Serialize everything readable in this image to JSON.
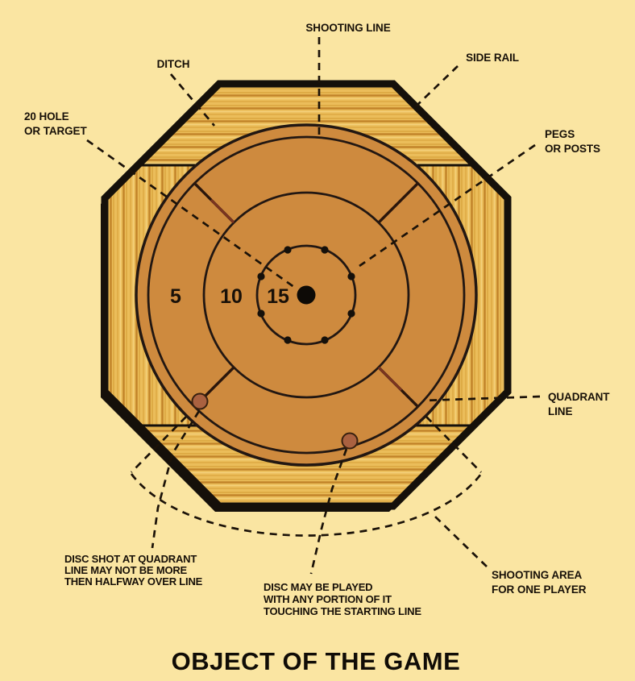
{
  "title": "OBJECT OF THE GAME",
  "board": {
    "zone_labels": [
      "5",
      "10",
      "15"
    ]
  },
  "labels": {
    "shooting_line": "SHOOTING LINE",
    "ditch": "DITCH",
    "side_rail": "SIDE RAIL",
    "target_line1": "20 HOLE",
    "target_line2": "OR TARGET",
    "pegs_line1": "PEGS",
    "pegs_line2": "OR POSTS",
    "quadrant_line1": "QUADRANT",
    "quadrant_line2": "LINE",
    "shooting_area_line1": "SHOOTING AREA",
    "shooting_area_line2": "FOR ONE PLAYER",
    "note_quadrant_line1": "DISC SHOT AT QUADRANT",
    "note_quadrant_line2": "LINE MAY NOT BE MORE",
    "note_quadrant_line3": "THEN HALFWAY OVER LINE",
    "note_starting_line1": "DISC MAY BE PLAYED",
    "note_starting_line2": "WITH ANY PORTION OF IT",
    "note_starting_line3": "TOUCHING THE STARTING LINE"
  },
  "colors": {
    "background": "#FAE5A2",
    "board_surface": "#CE8A3E",
    "ditch_wood_base": "#EBBD5A",
    "ditch_wood_streak_dark": "#C28429",
    "ditch_wood_streak_light": "#F4D17C",
    "outline_black": "#15100A",
    "disc": "#AA6140",
    "quadrant_red": "#7B3420"
  }
}
